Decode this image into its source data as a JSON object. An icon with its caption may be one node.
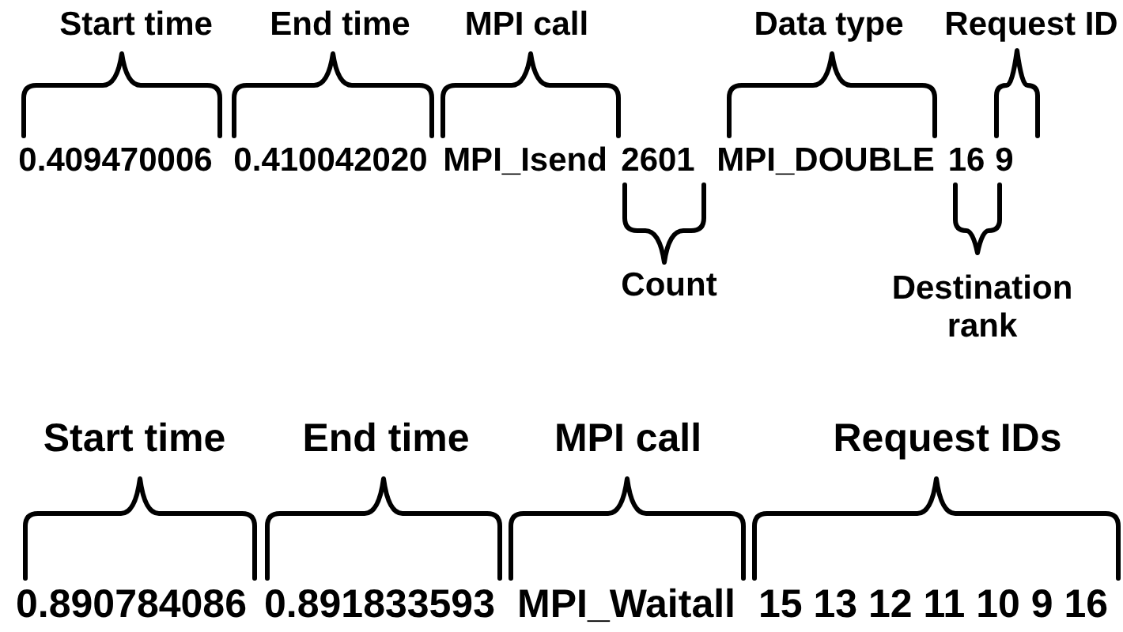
{
  "diagram": {
    "labels": [
      "Start time",
      "End time",
      "MPI call",
      "Data type",
      "Request ID",
      "0.409470006",
      "0.410042020",
      "MPI_Isend",
      "2601",
      "MPI_DOUBLE",
      "16",
      "9",
      "Count",
      "Destination rank",
      "Start time",
      "End time",
      "MPI call",
      "Request IDs",
      "0.890784086",
      "0.891833593",
      "MPI_Waitall",
      "15 13 12 11 10 9 16"
    ]
  }
}
